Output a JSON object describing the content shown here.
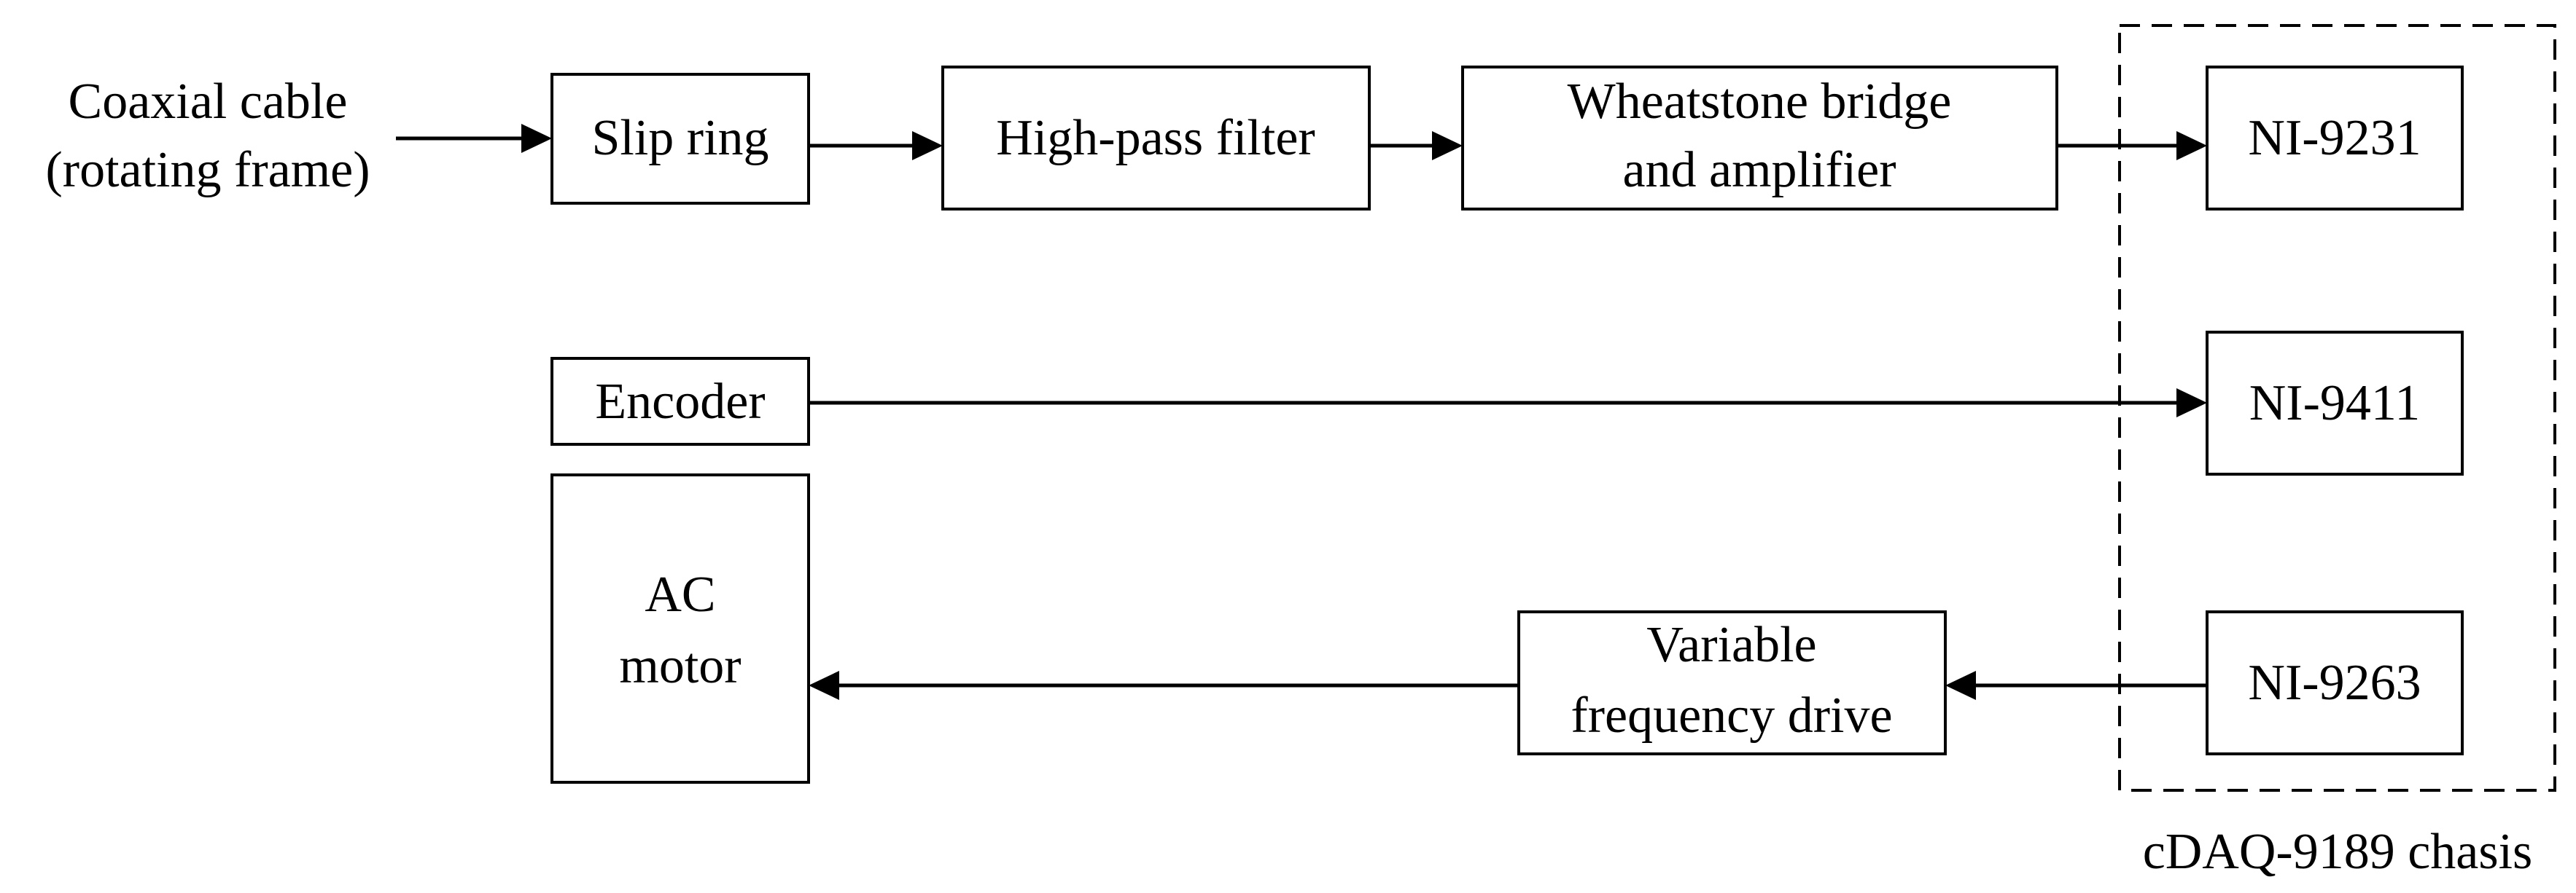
{
  "blocks": {
    "coaxial_cable": {
      "lines": [
        "Coaxial cable",
        "(rotating frame)"
      ]
    },
    "slip_ring": {
      "lines": [
        "Slip ring"
      ]
    },
    "high_pass_filter": {
      "lines": [
        "High-pass filter"
      ]
    },
    "wheatstone_bridge": {
      "lines": [
        "Wheatstone bridge",
        "and amplifier"
      ]
    },
    "ni_9231": {
      "lines": [
        "NI-9231"
      ]
    },
    "encoder": {
      "lines": [
        "Encoder"
      ]
    },
    "ni_9411": {
      "lines": [
        "NI-9411"
      ]
    },
    "ac_motor": {
      "lines": [
        "AC",
        "motor"
      ]
    },
    "vfd": {
      "lines": [
        "Variable",
        "frequency drive"
      ]
    },
    "ni_9263": {
      "lines": [
        "NI-9263"
      ]
    }
  },
  "chassis": {
    "label": "cDAQ-9189 chasis"
  },
  "connections": [
    {
      "from": "coaxial_cable",
      "to": "slip_ring"
    },
    {
      "from": "slip_ring",
      "to": "high_pass_filter"
    },
    {
      "from": "high_pass_filter",
      "to": "wheatstone_bridge"
    },
    {
      "from": "wheatstone_bridge",
      "to": "ni_9231"
    },
    {
      "from": "encoder",
      "to": "ni_9411"
    },
    {
      "from": "ni_9263",
      "to": "vfd"
    },
    {
      "from": "vfd",
      "to": "ac_motor"
    }
  ]
}
